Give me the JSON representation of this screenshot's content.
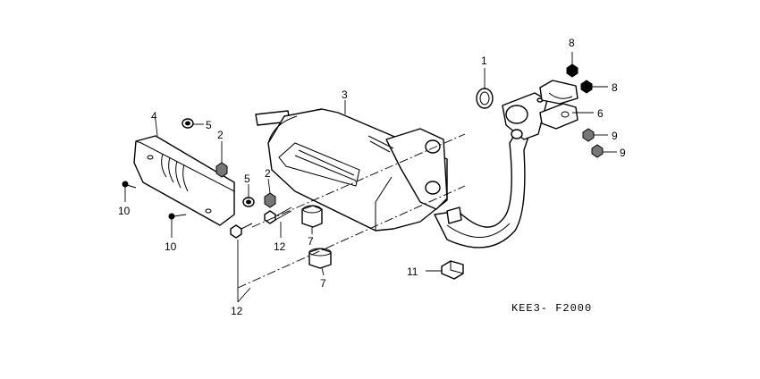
{
  "diagram": {
    "code": "KEE3- F2000",
    "callouts": [
      "1",
      "2",
      "2",
      "3",
      "4",
      "5",
      "5",
      "6",
      "7",
      "7",
      "8",
      "8",
      "9",
      "9",
      "10",
      "10",
      "11",
      "12",
      "12"
    ]
  }
}
